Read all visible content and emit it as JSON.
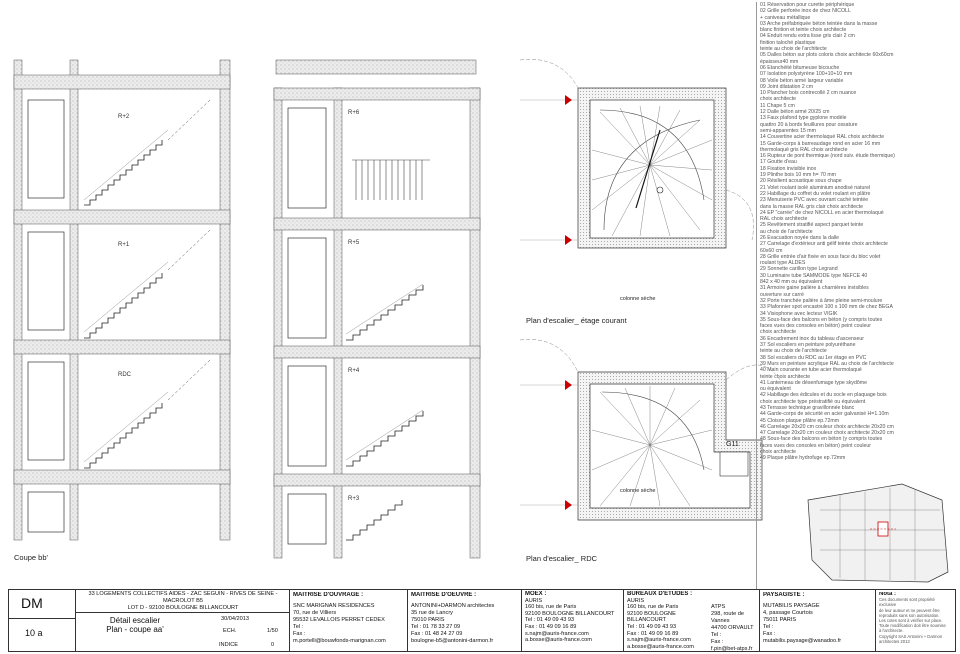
{
  "drawing_labels": {
    "section": "Coupe bb'",
    "plan_typical": "Plan d'escalier_ étage courant",
    "plan_ground": "Plan d'escalier_ RDC",
    "col_label_1": "colonne sèche",
    "col_label_2": "colonne sèche",
    "lift_tag": "G11"
  },
  "levels": {
    "left": [
      "R+2",
      "R+1",
      "RDC"
    ],
    "middle": [
      "R+6",
      "R+5",
      "R+4",
      "R+3"
    ]
  },
  "notes": [
    "01 Réservation pour curette périphérique",
    "02 Grille perforée inox de chez NICOLL",
    "   + caniveau métallique",
    "03 Arche préfabriquée béton teintée dans la masse",
    "blanc finition et teinte choix architecte",
    "04 Enduit rendu extra lisse gris clair 2 cm",
    "  finition taloché plastique",
    "  teinte au choix de l'architecte",
    "05 Dalles béton sur plots coloris choix architecte 60x60cm",
    "épaisseur40 mm",
    "06 Étanchéité bitumeuse bicouche",
    "07 Isolation polystyrène 100+10+10 mm",
    "08 Voile béton armé largeur variable",
    "09 Joint dilatation 2 cm",
    "10 Plancher bois contrecollé 2 cm nuance",
    "choix architecte",
    "11 Chape 5 cm",
    "12 Dalle béton armé 20/25 cm",
    "13 Faux plafond type gyplone modèle",
    "quattro 20 à bords feuillures pour ossature",
    "semi-apparentes 15 mm",
    "14 Couvertine acier thermolaqué RAL choix architecte",
    "15 Garde-corps à barreaudage rond en acier 16 mm",
    "thermolaqué gris RAL choix architecte",
    "16 Rupteur de pont thermique (nord suiv. étude thermique)",
    "17 Goutte d'eau",
    "18 Fixation invisible inox",
    "19 Plinthe bois 10 mm h= 70 mm",
    "20 Résilient acoustique sous chape",
    "21 Volet roulant isolé aluminium anodisé naturel",
    "22 Habillage du coffret du volet roulant en plâtre",
    "23 Menuiserie PVC avec ouvrant caché teintée",
    "dans la masse RAL gris clair choix architecte",
    "24 EP \"carrée\" de chez NICOLL en acier thermolaqué",
    "RAL choix architecte",
    "25 Revêtement stratifié aspect parquet teinte",
    "au choix de l'architecte",
    "26 Évacuation noyée dans la dalle",
    "27 Carrelage d'extérieur anti gélif teinte choix architecte",
    "60x60 cm",
    "28 Grille entrée d'air fixée en sous face du bloc volet",
    "roulant type ALDES",
    "29 Sonnette carillon type Legrand",
    "30 Luminaire tube SAMMODE type NEFCE 40",
    "842 x 40 mm ou équivalent",
    "31 Armoire gaine palière à charnières invisibles",
    "ouverture sur carré",
    "32 Porte tranchée palière à âme pleine semi-moulure",
    "33 Plafonnier spot encastré 100 x 100 mm de chez BEGA",
    "34 Visiophone avec lecteur VIGIK",
    "35 Sous-face des balcons en béton (y compris toutes",
    "faces vues des consoles en béton) peint couleur",
    "choix architecte",
    "36 Encadrement inox du tableau d'ascenseur",
    "37 Sol escaliers en peinture polyuréthane",
    "teinte au choix de l'architecte",
    "38 Sol escaliers du RDC au 1er étage en PVC",
    "39 Murs en peinture acrylique RAL au choix de l'architecte",
    "40 Main courante en tube acier thermolaqué",
    "teinte choix architecte",
    "41 Lanterneau de désenfumage type skydôme",
    "ou équivalent",
    "42 Habillage des édicules et du socle en plaquage bois",
    "choix architecte type préstratifié ou équivalent",
    "43 Terrasse technique gravillonnée blanc",
    "44 Garde-corps de sécurité en acier galvanisé H=1.10m",
    "45 Cloison plaque plâtre ep.72mm",
    "46 Carrelage 20x20 cm couleur choix architecte 20x20 cm",
    "47 Carrelage 20x20 cm couleur choix architecte 20x20 cm",
    "48 Sous-face des balcons en béton (y compris toutes",
    "faces vues des consoles en béton) peint couleur",
    "choix architecte",
    "49 Plaque plâtre hydrofuge ep.72mm"
  ],
  "title_block": {
    "code": "DM",
    "sheet_no": "10 a",
    "project": [
      "33 LOGEMENTS COLLECTIFS AIDES - ZAC SEGUIN - RIVES DE SEINE -",
      "MACROLOT B5",
      "LOT D - 92100 BOULOGNE BILLANCOURT"
    ],
    "drawing_title": [
      "Détail escalier",
      "Plan - coupe aa'"
    ],
    "date": "30/04/2013",
    "ech_label": "ECH.",
    "ech_value": "1/50",
    "indice_label": "INDICE",
    "indice_value": "0",
    "moa": {
      "title": "MAÎTRISE D'OUVRAGE :",
      "lines": [
        "SNC MARIGNAN RESIDENCES",
        "70, rue de Villiers",
        "95532 LEVALLOIS PERRET CEDEX",
        "Tel :",
        "Fax :",
        "m.portelli@bouwfonds-marignan.com"
      ]
    },
    "moe": {
      "title": "MAÎTRISE D'OEUVRE :",
      "lines": [
        "ANTONINI+DARMON architectes",
        "35 rue de Lancry",
        "75010 PARIS",
        "Tel : 01 78 33 27 09",
        "Fax :  01 48 24 27 09",
        "boulogne-b5@antonini-darmon.fr"
      ]
    },
    "moex": {
      "title": "MOEX :",
      "lines": [
        "AURIS",
        "160 bis, rue de Paris",
        "92100 BOULOGNE BILLANCOURT",
        "Tel : 01 49 09 43 93",
        "Fax : 01 49 09 16 89",
        "s.najm@auris-france.com",
        "a.bosse@auris-france.com"
      ]
    },
    "bet": {
      "title": "BUREAUX D'ETUDES :",
      "lines": [
        "AURIS",
        "160 bis, rue de Paris",
        "92100 BOULOGNE BILLANCOURT",
        "Tel : 01 49 09 43 93",
        "Fax : 01 49 09 16 89",
        "s.najm@auris-france.com",
        "a.bosse@auris-france.com"
      ]
    },
    "atps": {
      "lines": [
        "ATPS",
        "298, route de Vannes",
        "44700 ORVAULT",
        "Tel :",
        "Fax :",
        "f.pin@bet-atps.fr"
      ]
    },
    "paysagiste": {
      "title": "PAYSAGISTE :",
      "lines": [
        "MUTABILIS PAYSAGE",
        "4, passage Courtois",
        "75011 PARIS",
        "Tel :",
        "Fax :",
        "mutabilis.paysage@wanadoo.fr"
      ]
    },
    "note": {
      "title": "Nota :",
      "lines": [
        "Ces documents sont propriété exclusive",
        "de leur auteur et ne peuvent être",
        "reproduits sans son autorisation.",
        "Les cotes sont à vérifier sur place.",
        "Toute modification doit être soumise",
        "à l'architecte.",
        "Copyright SAS Antonini + Darmon",
        "architectes 2013"
      ]
    }
  }
}
